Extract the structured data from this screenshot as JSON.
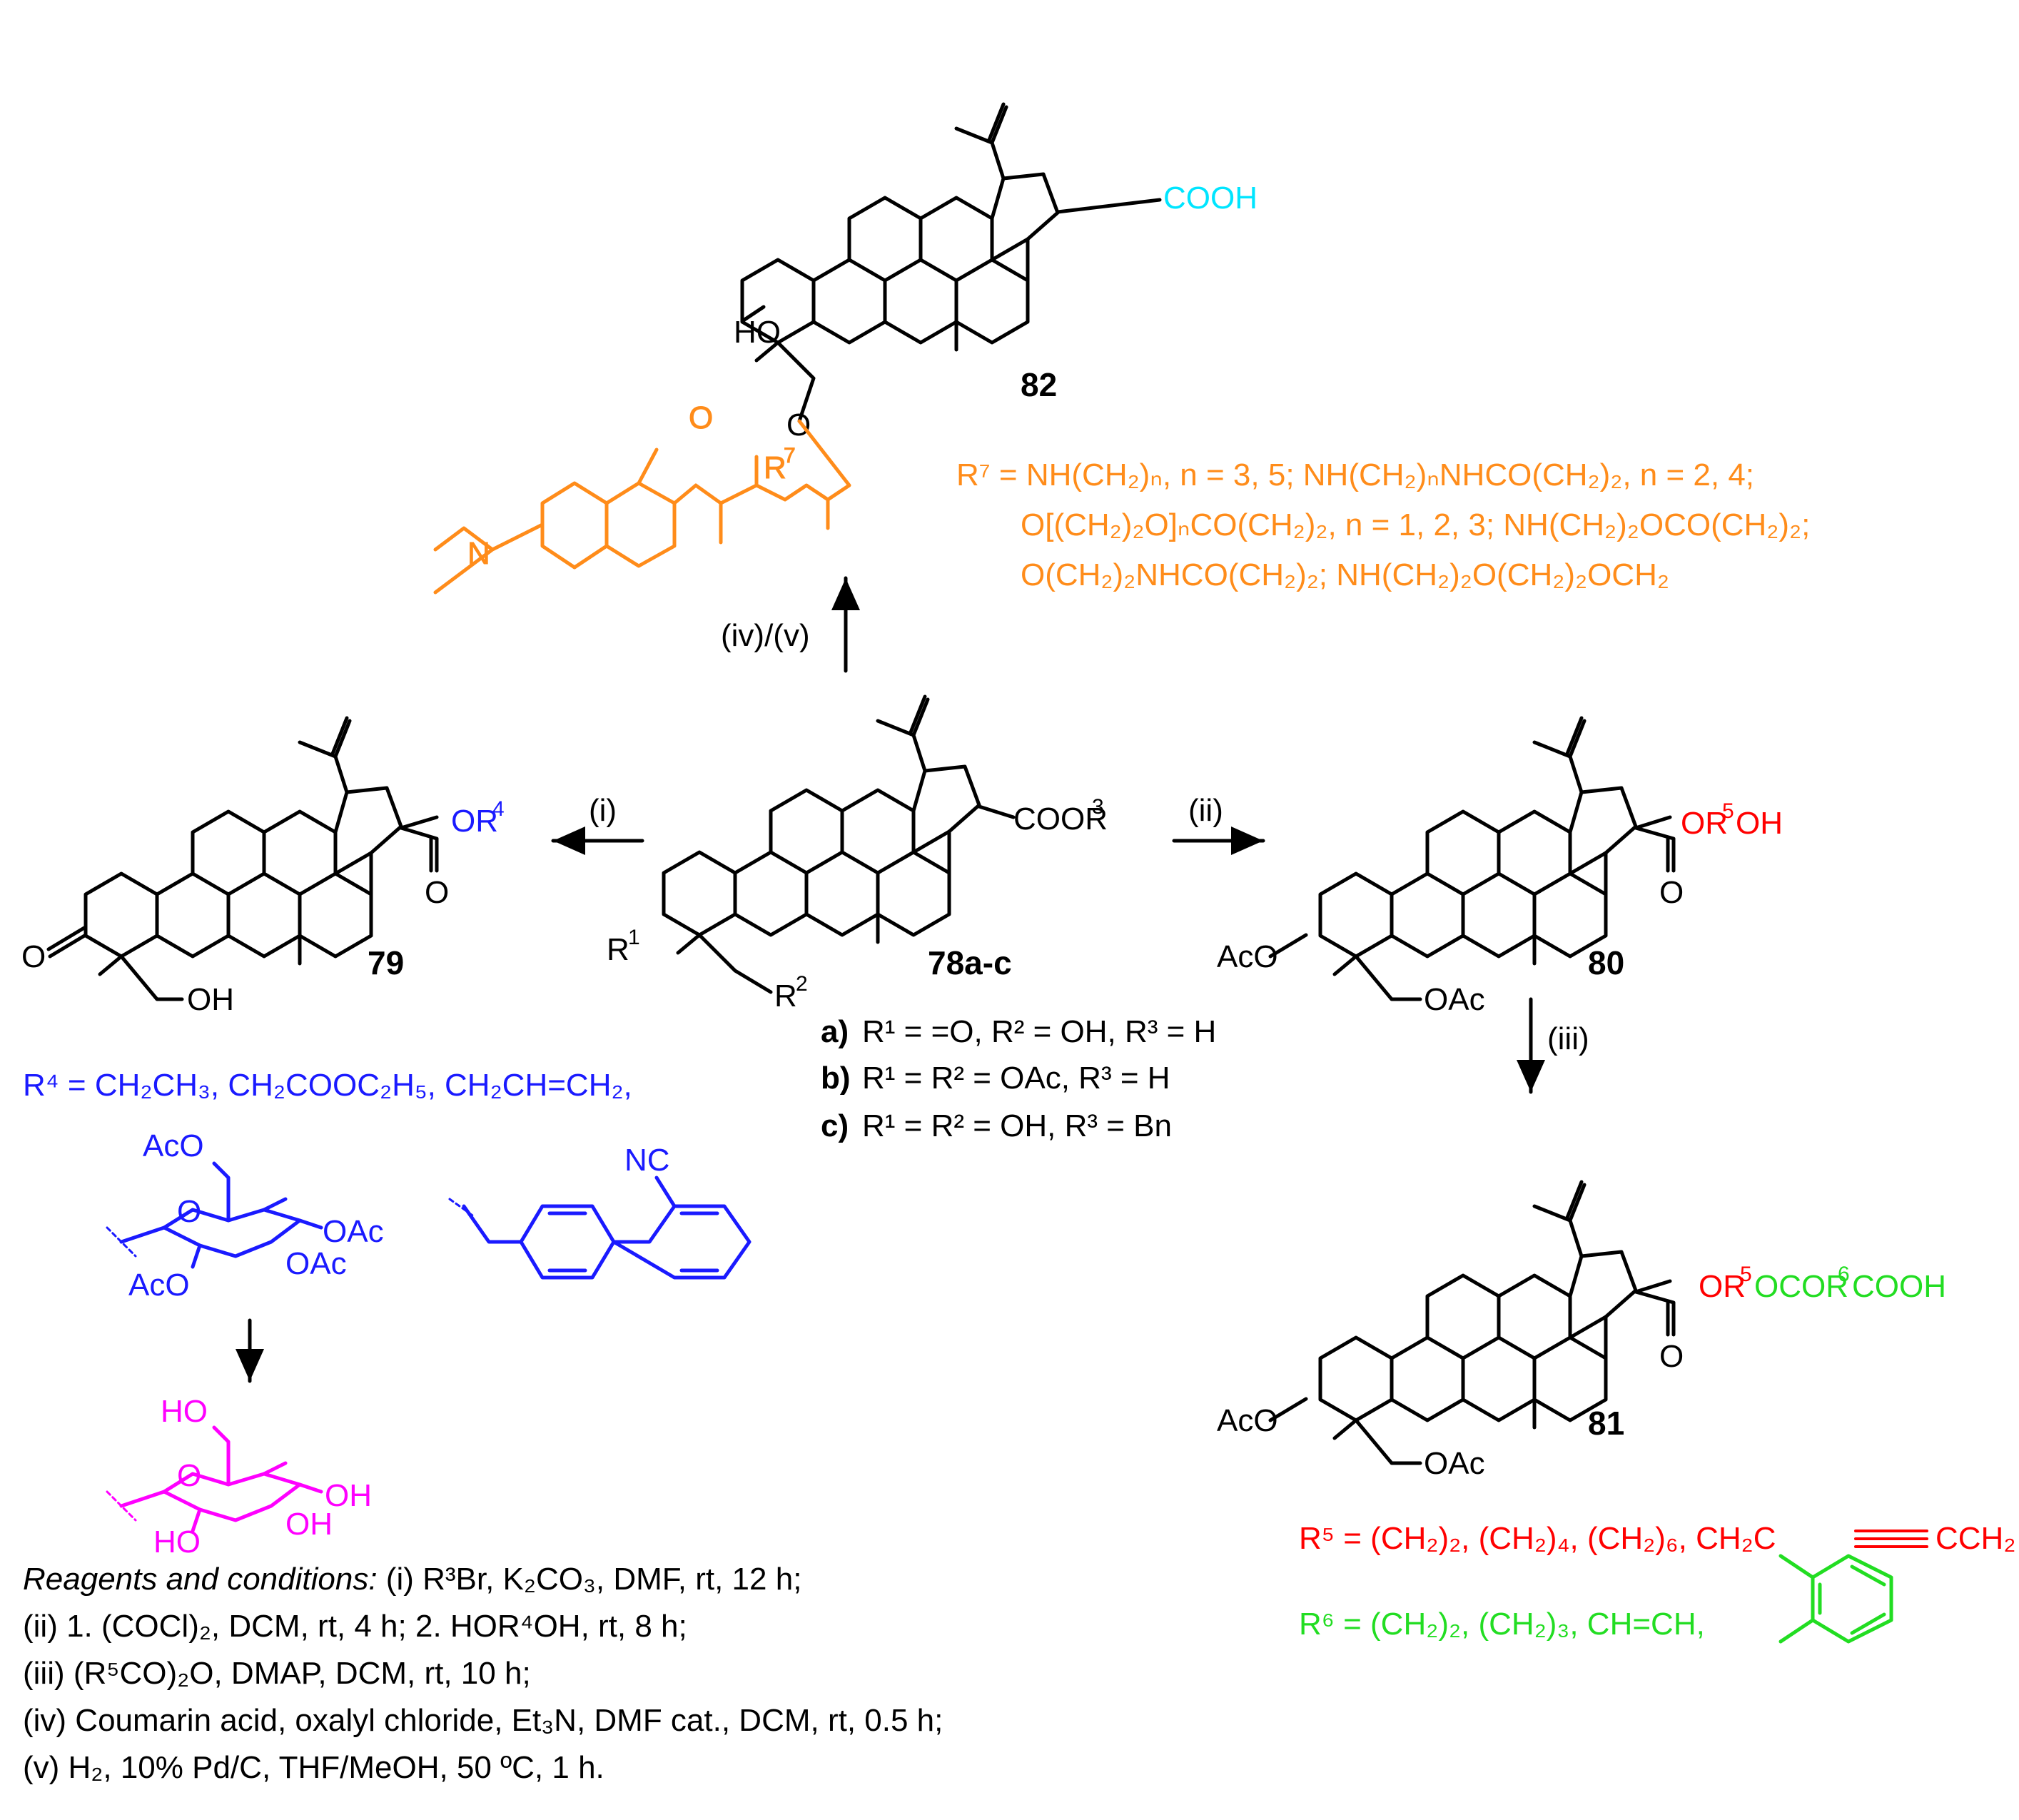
{
  "colors": {
    "black": "#000000",
    "orange": "#ff8c1a",
    "blue": "#1a1aff",
    "red": "#ff0000",
    "green": "#22dd22",
    "cyan": "#00e5ff",
    "magenta": "#ff00ff"
  },
  "compounds": {
    "c82": {
      "label": "82",
      "cooh": "COOH",
      "ho": "HO",
      "o": "O"
    },
    "c79": {
      "label": "79",
      "ester": "OR",
      "ester_sup": "4",
      "o": "O",
      "oh": "OH",
      "ketone_o": "O"
    },
    "c78": {
      "label": "78a-c",
      "ester": "COOR",
      "ester_sup": "3",
      "r1": "R",
      "r1_sup": "1",
      "r2": "R",
      "r2_sup": "2"
    },
    "c80": {
      "label": "80",
      "ester_pre": "OR",
      "ester_sup": "5",
      "ester_post": "OH",
      "aco": "AcO",
      "oac": "OAc",
      "o": "O"
    },
    "c81": {
      "label": "81",
      "aco": "AcO",
      "oac": "OAc",
      "o": "O"
    },
    "coumarin": {
      "n": "N",
      "r7": "R",
      "r7_sup": "7",
      "o": "O"
    }
  },
  "arrows": {
    "i": "(i)",
    "ii": "(ii)",
    "iii": "(iii)",
    "iv_v": "(iv)/(v)"
  },
  "variants": {
    "a": {
      "key": "a)",
      "text": "R¹ = =O, R² = OH, R³ = H"
    },
    "b": {
      "key": "b)",
      "text": "R¹ = R² = OAc, R³ = H"
    },
    "c": {
      "key": "c)",
      "text": "R¹ = R² = OH, R³ = Bn"
    }
  },
  "r4": {
    "prefix": "R⁴ = CH₂CH₃, CH₂COOC₂H₅, CH₂CH=CH₂,",
    "sugar_aco6": "AcO",
    "sugar_o": "O",
    "sugar_oac_a": "OAc",
    "sugar_oac_b": "OAc",
    "sugar_aco2": "AcO",
    "biphenyl_nc": "NC",
    "deprot_ho6": "HO",
    "deprot_o": "O",
    "deprot_oh_a": "OH",
    "deprot_oh_b": "OH",
    "deprot_ho2": "HO"
  },
  "r7": {
    "line1": "R⁷ = NH(CH₂)ₙ, n = 3, 5; NH(CH₂)ₙNHCO(CH₂)₂, n = 2, 4;",
    "line2": "O[(CH₂)₂O]ₙCO(CH₂)₂, n = 1, 2, 3; NH(CH₂)₂OCO(CH₂)₂;",
    "line3": "O(CH₂)₂NHCO(CH₂)₂; NH(CH₂)₂O(CH₂)₂OCH₂"
  },
  "r5": {
    "text": "R⁵ = (CH₂)₂, (CH₂)₄, (CH₂)₆, CH₂C",
    "tail": "CCH₂"
  },
  "r6": {
    "text": "R⁶ = (CH₂)₂, (CH₂)₃, CH=CH,"
  },
  "c81_ester": {
    "or": "OR",
    "or_sup": "5",
    "ocor": "OCOR",
    "ocor_sup": "6",
    "cooh": "COOH"
  },
  "conditions": {
    "heading": "Reagents and conditions:",
    "line1": " (i) R³Br, K₂CO₃, DMF, rt, 12 h;",
    "line2": "(ii) 1. (COCl)₂, DCM, rt, 4 h; 2. HOR⁴OH, rt, 8 h;",
    "line3": "(iii) (R⁵CO)₂O, DMAP, DCM, rt, 10 h;",
    "line4": "(iv) Coumarin acid, oxalyl chloride, Et₃N, DMF cat., DCM, rt, 0.5 h;",
    "line5": "(v) H₂, 10% Pd/C, THF/MeOH, 50 ºC, 1 h."
  }
}
